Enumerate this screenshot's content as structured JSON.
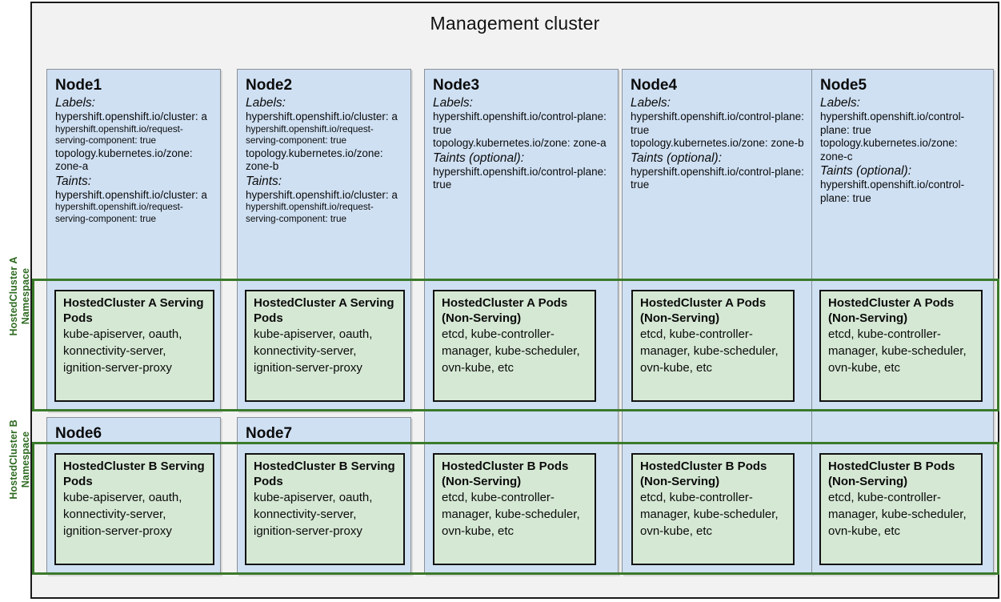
{
  "diagram": {
    "title": "Management cluster",
    "accent_blue": "#cfe0f3",
    "accent_green": "#d5e8d4",
    "namespace_border": "#3a7a2b"
  },
  "namespaces": [
    {
      "line1": "HostedCluster A",
      "line2": "Namespace"
    },
    {
      "line1": "HostedCluster B",
      "line2": "Namespace"
    }
  ],
  "nodes": [
    {
      "name": "Node1",
      "labels_head": "Labels:",
      "labels": [
        {
          "text": "hypershift.openshift.io/cluster: a",
          "small": false
        },
        {
          "text": "hypershift.openshift.io/request-serving-component: true",
          "small": true
        },
        {
          "text": "topology.kubernetes.io/zone: zone-a",
          "small": false
        }
      ],
      "taints_head": "Taints:",
      "taints": [
        {
          "text": "hypershift.openshift.io/cluster: a",
          "small": false
        },
        {
          "text": "hypershift.openshift.io/request-serving-component: true",
          "small": true
        }
      ]
    },
    {
      "name": "Node2",
      "labels_head": "Labels:",
      "labels": [
        {
          "text": "hypershift.openshift.io/cluster: a",
          "small": false
        },
        {
          "text": "hypershift.openshift.io/request-serving-component: true",
          "small": true
        },
        {
          "text": "topology.kubernetes.io/zone: zone-b",
          "small": false
        }
      ],
      "taints_head": "Taints:",
      "taints": [
        {
          "text": "hypershift.openshift.io/cluster: a",
          "small": false
        },
        {
          "text": "hypershift.openshift.io/request-serving-component: true",
          "small": true
        }
      ]
    },
    {
      "name": "Node3",
      "labels_head": "Labels:",
      "labels": [
        {
          "text": "hypershift.openshift.io/control-plane: true",
          "small": false
        },
        {
          "text": "topology.kubernetes.io/zone: zone-a",
          "small": false
        }
      ],
      "taints_head": "Taints (optional):",
      "taints": [
        {
          "text": "hypershift.openshift.io/control-plane: true",
          "small": false
        }
      ]
    },
    {
      "name": "Node4",
      "labels_head": "Labels:",
      "labels": [
        {
          "text": "hypershift.openshift.io/control-plane: true",
          "small": false
        },
        {
          "text": "topology.kubernetes.io/zone: zone-b",
          "small": false
        }
      ],
      "taints_head": "Taints (optional):",
      "taints": [
        {
          "text": "hypershift.openshift.io/control-plane: true",
          "small": false
        }
      ]
    },
    {
      "name": "Node5",
      "labels_head": "Labels:",
      "labels": [
        {
          "text": "hypershift.openshift.io/control-plane: true",
          "small": false
        },
        {
          "text": "topology.kubernetes.io/zone: zone-c",
          "small": false
        }
      ],
      "taints_head": "Taints (optional):",
      "taints": [
        {
          "text": "hypershift.openshift.io/control-plane: true",
          "small": false
        }
      ]
    },
    {
      "name": "Node6"
    },
    {
      "name": "Node7"
    }
  ],
  "pods": {
    "serving_a": {
      "title": "HostedCluster A Serving Pods",
      "list": "kube-apiserver, oauth, konnectivity-server, ignition-server-proxy"
    },
    "nonserving_a": {
      "title": "HostedCluster A Pods (Non-Serving)",
      "list": "etcd, kube-controller-manager, kube-scheduler, ovn-kube, etc"
    },
    "serving_b": {
      "title": "HostedCluster B Serving Pods",
      "list": "kube-apiserver, oauth, konnectivity-server, ignition-server-proxy"
    },
    "nonserving_b": {
      "title": "HostedCluster B Pods (Non-Serving)",
      "list": "etcd, kube-controller-manager, kube-scheduler, ovn-kube, etc"
    }
  }
}
